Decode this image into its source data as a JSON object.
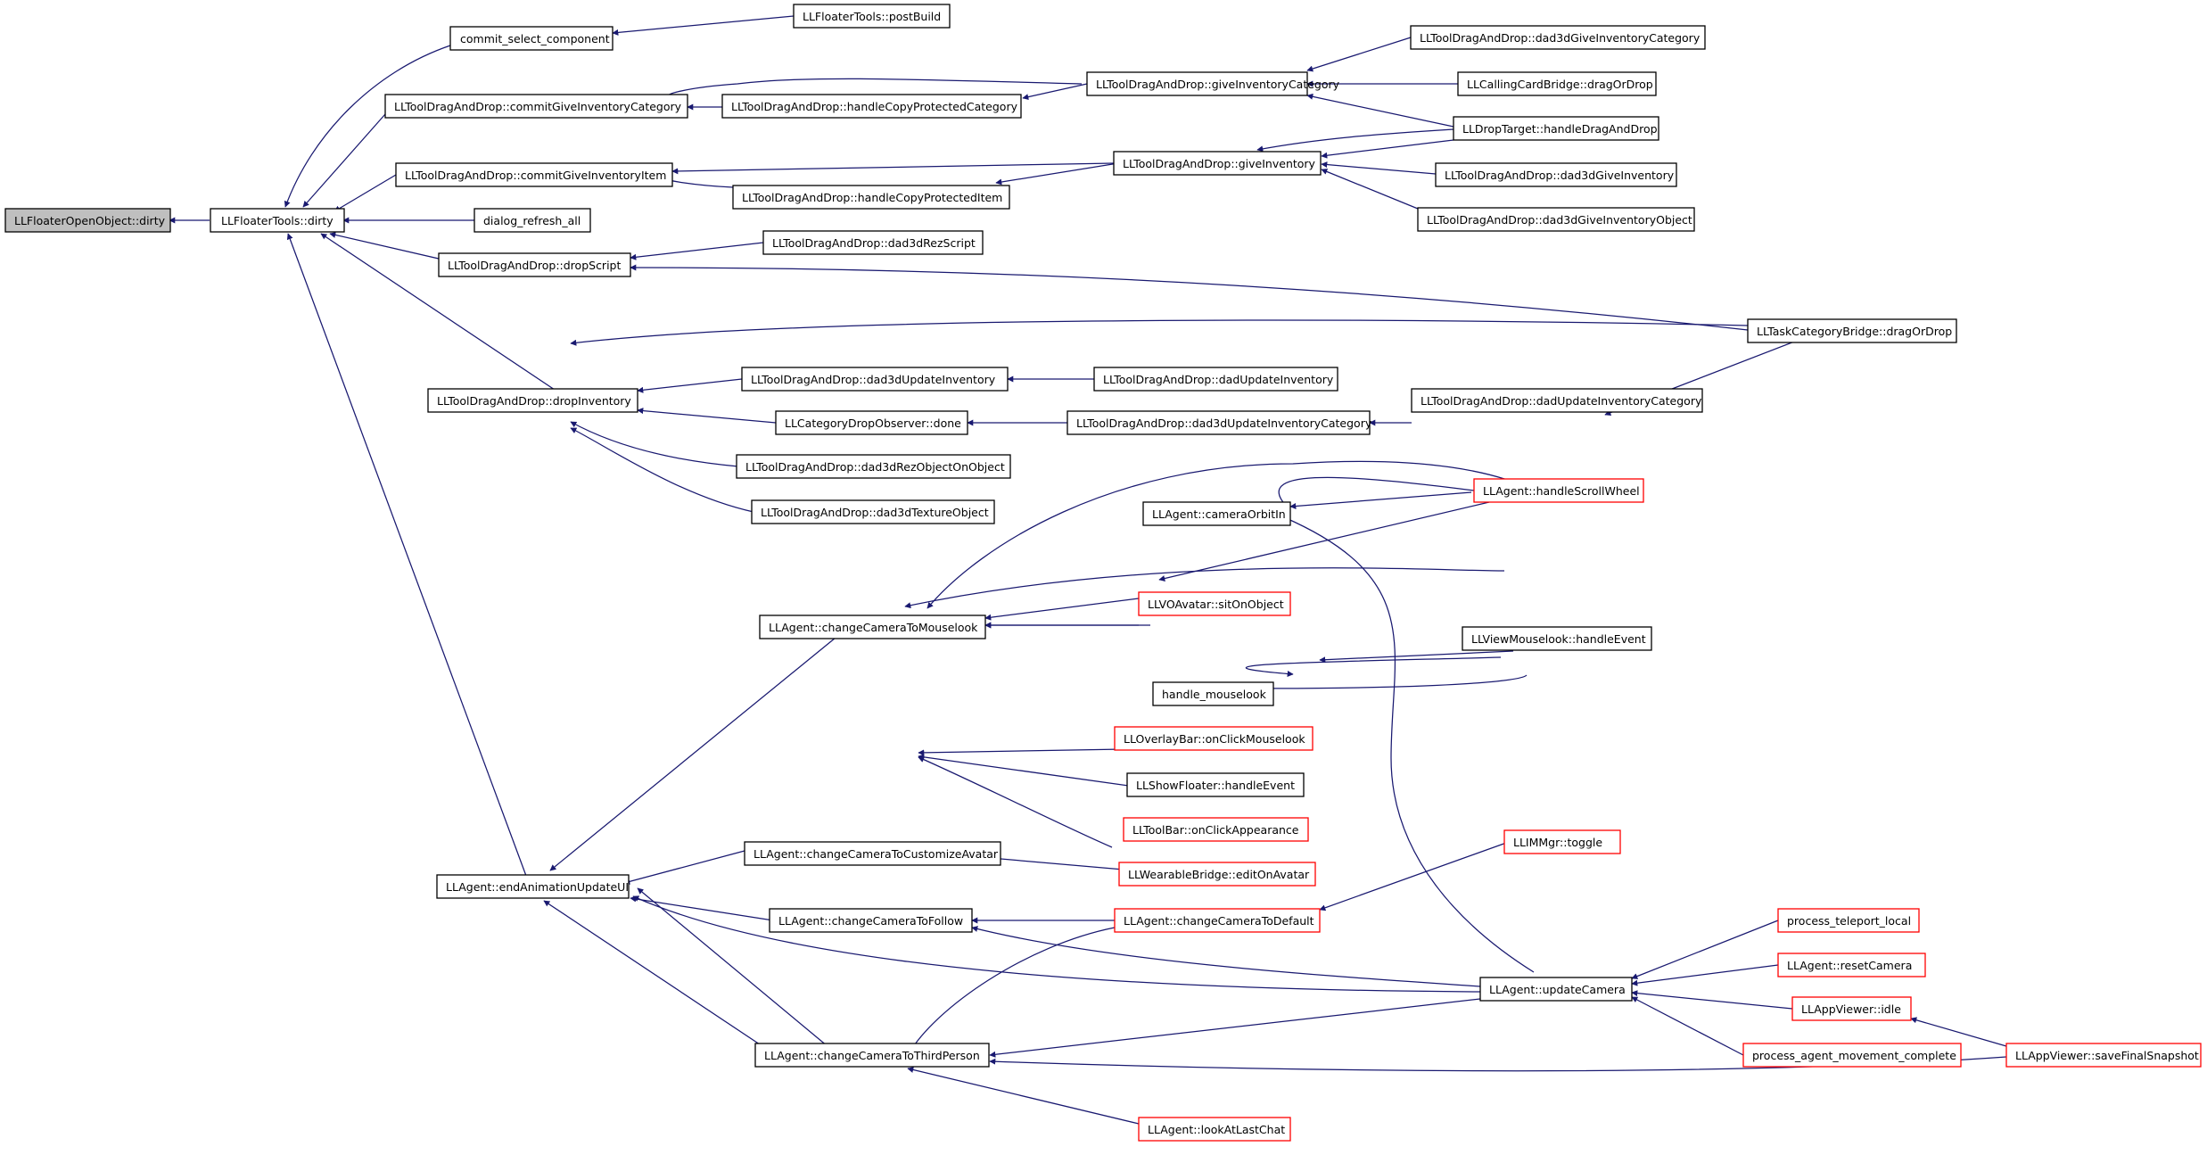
{
  "colors": {
    "edge": "#191970",
    "box_border": "#000000",
    "truncated_border": "#ff0000",
    "focus_fill": "#bfbfbf"
  },
  "nodes": [
    {
      "id": "n0",
      "label": "LLFloaterOpenObject::dirty",
      "focus": true
    },
    {
      "id": "n1",
      "label": "LLFloaterTools::dirty"
    },
    {
      "id": "n2",
      "label": "commit_select_component"
    },
    {
      "id": "n3",
      "label": "LLFloaterTools::postBuild"
    },
    {
      "id": "n4",
      "label": "LLToolDragAndDrop::commitGiveInventoryCategory"
    },
    {
      "id": "n5",
      "label": "LLToolDragAndDrop::handleCopyProtectedCategory"
    },
    {
      "id": "n6",
      "label": "LLToolDragAndDrop::giveInventoryCategory"
    },
    {
      "id": "n7",
      "label": "LLToolDragAndDrop::dad3dGiveInventoryCategory"
    },
    {
      "id": "n8",
      "label": "LLCallingCardBridge::dragOrDrop"
    },
    {
      "id": "n9",
      "label": "LLDropTarget::handleDragAndDrop"
    },
    {
      "id": "n10",
      "label": "LLToolDragAndDrop::commitGiveInventoryItem"
    },
    {
      "id": "n11",
      "label": "LLToolDragAndDrop::handleCopyProtectedItem"
    },
    {
      "id": "n12",
      "label": "LLToolDragAndDrop::giveInventory"
    },
    {
      "id": "n13",
      "label": "LLToolDragAndDrop::dad3dGiveInventory"
    },
    {
      "id": "n14",
      "label": "LLToolDragAndDrop::dad3dGiveInventoryObject"
    },
    {
      "id": "n15",
      "label": "dialog_refresh_all"
    },
    {
      "id": "n16",
      "label": "LLToolDragAndDrop::dropScript"
    },
    {
      "id": "n17",
      "label": "LLToolDragAndDrop::dad3dRezScript"
    },
    {
      "id": "n18",
      "label": "LLTaskCategoryBridge::dragOrDrop"
    },
    {
      "id": "n19",
      "label": "LLToolDragAndDrop::dropInventory"
    },
    {
      "id": "n20",
      "label": "LLToolDragAndDrop::dad3dUpdateInventory"
    },
    {
      "id": "n21",
      "label": "LLToolDragAndDrop::dadUpdateInventory"
    },
    {
      "id": "n22",
      "label": "LLCategoryDropObserver::done"
    },
    {
      "id": "n23",
      "label": "LLToolDragAndDrop::dad3dUpdateInventoryCategory"
    },
    {
      "id": "n24",
      "label": "LLToolDragAndDrop::dadUpdateInventoryCategory"
    },
    {
      "id": "n25",
      "label": "LLToolDragAndDrop::dad3dRezObjectOnObject"
    },
    {
      "id": "n26",
      "label": "LLToolDragAndDrop::dad3dTextureObject"
    },
    {
      "id": "n27",
      "label": "LLAgent::cameraOrbitIn"
    },
    {
      "id": "n28",
      "label": "LLAgent::handleScrollWheel",
      "truncated": true
    },
    {
      "id": "n29",
      "label": "LLAgent::changeCameraToMouselook"
    },
    {
      "id": "n30",
      "label": "LLVOAvatar::sitOnObject",
      "truncated": true
    },
    {
      "id": "n31",
      "label": "LLViewMouselook::handleEvent"
    },
    {
      "id": "n32",
      "label": "handle_mouselook"
    },
    {
      "id": "n33",
      "label": "LLOverlayBar::onClickMouselook",
      "truncated": true
    },
    {
      "id": "n34",
      "label": "LLShowFloater::handleEvent"
    },
    {
      "id": "n35",
      "label": "LLToolBar::onClickAppearance",
      "truncated": true
    },
    {
      "id": "n36",
      "label": "LLAgent::changeCameraToCustomizeAvatar"
    },
    {
      "id": "n37",
      "label": "LLWearableBridge::editOnAvatar",
      "truncated": true
    },
    {
      "id": "n38",
      "label": "LLIMMgr::toggle",
      "truncated": true
    },
    {
      "id": "n39",
      "label": "LLAgent::endAnimationUpdateUI"
    },
    {
      "id": "n40",
      "label": "LLAgent::changeCameraToFollow"
    },
    {
      "id": "n41",
      "label": "LLAgent::changeCameraToDefault",
      "truncated": true
    },
    {
      "id": "n42",
      "label": "process_teleport_local",
      "truncated": true
    },
    {
      "id": "n43",
      "label": "LLAgent::resetCamera",
      "truncated": true
    },
    {
      "id": "n44",
      "label": "LLAgent::updateCamera"
    },
    {
      "id": "n45",
      "label": "LLAppViewer::idle",
      "truncated": true
    },
    {
      "id": "n46",
      "label": "process_agent_movement_complete",
      "truncated": true
    },
    {
      "id": "n47",
      "label": "LLAppViewer::saveFinalSnapshot",
      "truncated": true
    },
    {
      "id": "n48",
      "label": "LLAgent::changeCameraToThirdPerson"
    },
    {
      "id": "n49",
      "label": "LLAgent::lookAtLastChat",
      "truncated": true
    }
  ]
}
